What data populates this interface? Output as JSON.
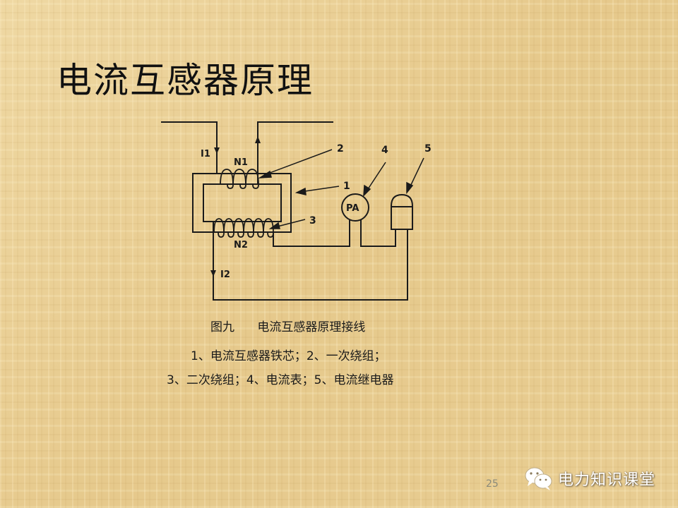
{
  "slide": {
    "title": "电流互感器原理",
    "page_number": "25",
    "background_color": "#e9cf95"
  },
  "diagram": {
    "labels": {
      "i1": "I1",
      "i2": "I2",
      "n1": "N1",
      "n2": "N2",
      "meter": "PA",
      "callout_1": "1",
      "callout_2": "2",
      "callout_3": "3",
      "callout_4": "4",
      "callout_5": "5"
    },
    "caption": "图九      电流互感器原理接线",
    "legend_line_1": "1、电流互感器铁芯；2、一次绕组；",
    "legend_line_2": "3、二次绕组；4、电流表；5、电流继电器",
    "components": [
      {
        "id": "1",
        "name": "电流互感器铁芯"
      },
      {
        "id": "2",
        "name": "一次绕组"
      },
      {
        "id": "3",
        "name": "二次绕组"
      },
      {
        "id": "4",
        "name": "电流表"
      },
      {
        "id": "5",
        "name": "电流继电器"
      }
    ]
  },
  "watermark": {
    "icon": "wechat-icon",
    "text": "电力知识课堂"
  }
}
